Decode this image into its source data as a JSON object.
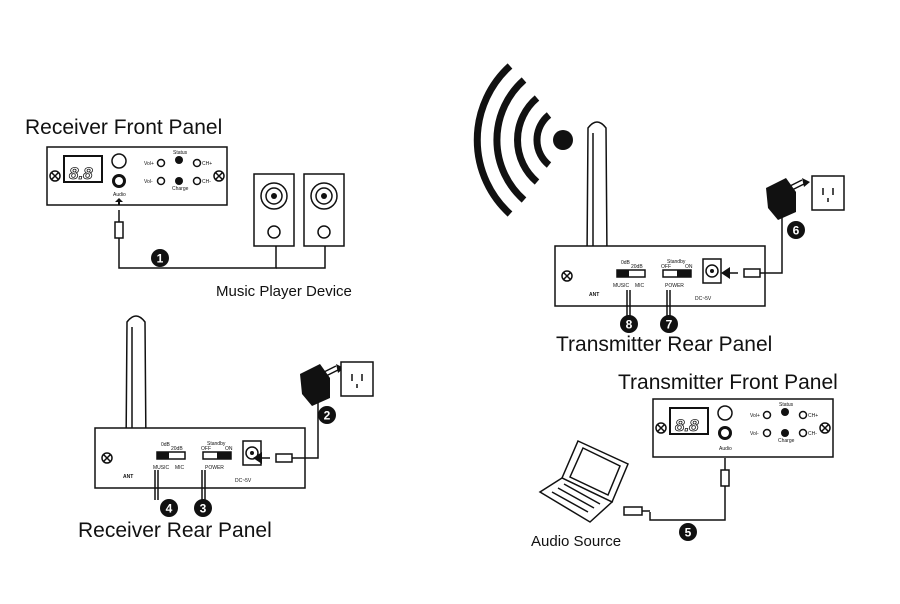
{
  "labels": {
    "receiver_front": "Receiver Front Panel",
    "music_player": "Music Player Device",
    "receiver_rear": "Receiver Rear Panel",
    "transmitter_rear": "Transmitter Rear Panel",
    "transmitter_front": "Transmitter Front Panel",
    "audio_source": "Audio Source"
  },
  "panel_text": {
    "display": "8.8",
    "vol_down": "Vol-",
    "vol_up": "Vol+",
    "status": "Status",
    "charge": "Charge",
    "ch_up": "CH+",
    "ch_down": "CH-",
    "audio": "Audio",
    "ant": "ANT",
    "gain": "0dB",
    "gain2": "20dB",
    "music": "MUSIC",
    "mic": "MIC",
    "standby": "Standby",
    "off": "OFF",
    "on": "ON",
    "power": "POWER",
    "dc_rating": "DC~5V"
  },
  "steps": [
    "1",
    "2",
    "3",
    "4",
    "5",
    "6",
    "7",
    "8"
  ],
  "icons": [
    "wifi-icon",
    "speaker-icon",
    "power-adapter-icon",
    "wall-socket-icon",
    "laptop-icon",
    "audio-plug-icon"
  ]
}
